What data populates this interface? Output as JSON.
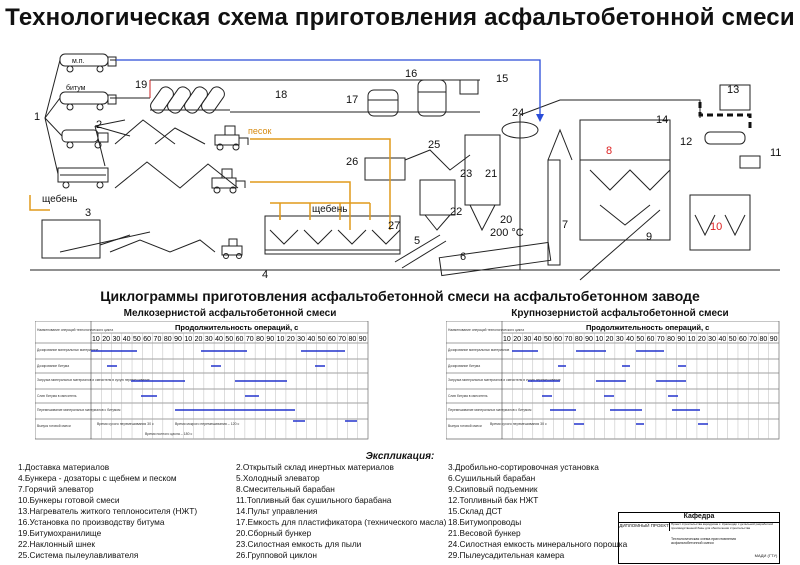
{
  "title": "Технологическая схема приготовления асфальтобетонной смеси",
  "scheme": {
    "labels": {
      "mp": "м.п.",
      "bitum": "битум",
      "pesok": "песок",
      "shcheben1": "щебень",
      "shcheben2": "щебень",
      "temp": "200 °C"
    },
    "numbers": [
      "1",
      "2",
      "3",
      "4",
      "5",
      "6",
      "7",
      "8",
      "9",
      "10",
      "11",
      "12",
      "13",
      "14",
      "15",
      "16",
      "17",
      "18",
      "19",
      "20",
      "21",
      "22",
      "23",
      "24",
      "25",
      "26",
      "27"
    ]
  },
  "cyclograms": {
    "section_title": "Циклограммы приготовления  асфальтобетонной смеси на асфальтобетонном заводе",
    "fine": {
      "title": "Мелкозернистой асфальтобетонной смеси",
      "header": "Продолжительность операций, с",
      "ticks": [
        "10",
        "20",
        "30",
        "40",
        "50",
        "60",
        "70",
        "80",
        "90",
        "10",
        "20",
        "30",
        "40",
        "50",
        "60",
        "70",
        "80",
        "90",
        "10",
        "20",
        "30",
        "40",
        "50",
        "60",
        "70",
        "80",
        "90"
      ],
      "rows": [
        "Наименование операций технологического цикла",
        "Дозирование минеральных материалов",
        "Дозирование битума",
        "Загрузка минеральных материалов и смесителя в сухую перемешивание",
        "Слив битума в смеситель",
        "Перемешивание минеральных материалов с битумом",
        "Выпуск готовой смеси"
      ],
      "notes": [
        "Время сухого перемешивания 30 с",
        "Время мокрого перемешивания – 120 с",
        "Время полного цикла – 180 с"
      ]
    },
    "coarse": {
      "title": "Крупнозернистой асфальтобетонной смеси",
      "header": "Продолжительность операций, с",
      "ticks": [
        "10",
        "20",
        "30",
        "40",
        "50",
        "60",
        "70",
        "80",
        "90",
        "10",
        "20",
        "30",
        "40",
        "50",
        "60",
        "70",
        "80",
        "90",
        "10",
        "20",
        "30",
        "40",
        "50",
        "60",
        "70",
        "80",
        "90"
      ],
      "rows": [
        "Наименование операций технологического цикла",
        "Дозирование минеральных материалов",
        "Дозирование битума",
        "Загрузка минеральных материалов и смесителя в сухую перемешивание",
        "Слив битума в смеситель",
        "Перемешивание минеральных материалов с битумом",
        "Выпуск готовой смеси"
      ],
      "notes": [
        "Время сухого перемешивания 30 с"
      ]
    }
  },
  "explication": {
    "title": "Экспликация:",
    "items": [
      "1.Доставка материалов",
      "2.Открытый склад инертных материалов",
      "3.Дробильно-сортировочная установка",
      "4.Бункера - дозаторы с щебнем и песком",
      "5.Холодный элеватор",
      "6.Сушильный барабан",
      "7.Горячий элеватор",
      "8.Смесительный барабан",
      "9.Скиповый подъемник",
      "10.Бункеры готовой смеси",
      "11.Топливный бак сушильного барабана",
      "12.Топливный бак НЖТ",
      "13.Нагреватель житкого теплоносителя (НЖТ)",
      "14.Пульт управления",
      "15.Склад ДСТ",
      "16.Установка по производству битума",
      "17.Емкость для пластификатора (технического масла)",
      "18.Битумопроводы",
      "19.Битумохранилище",
      "20.Сборный бункер",
      "21.Весовой бункер",
      "22.Наклонный шнек",
      "23.Силостная емкость для пыли",
      "24.Силостная емкость минерального порошка",
      "25.Система пылеулавливателя",
      "26.Групповой циклон",
      "29.Пылеусадительная камера"
    ]
  },
  "stamp": {
    "kafedra": "Кафедра",
    "project": "ДИПЛОМНЫЙ ПРОЕКТ",
    "topic": "Проект строительства аэродрома с. Краснодар с детальной разработкой производственной базы для обеспечения строительства",
    "sheet_title": "Технологическая схема приготовления асфальтобетонной смеси",
    "org": "МАДИ (ГТУ)"
  }
}
